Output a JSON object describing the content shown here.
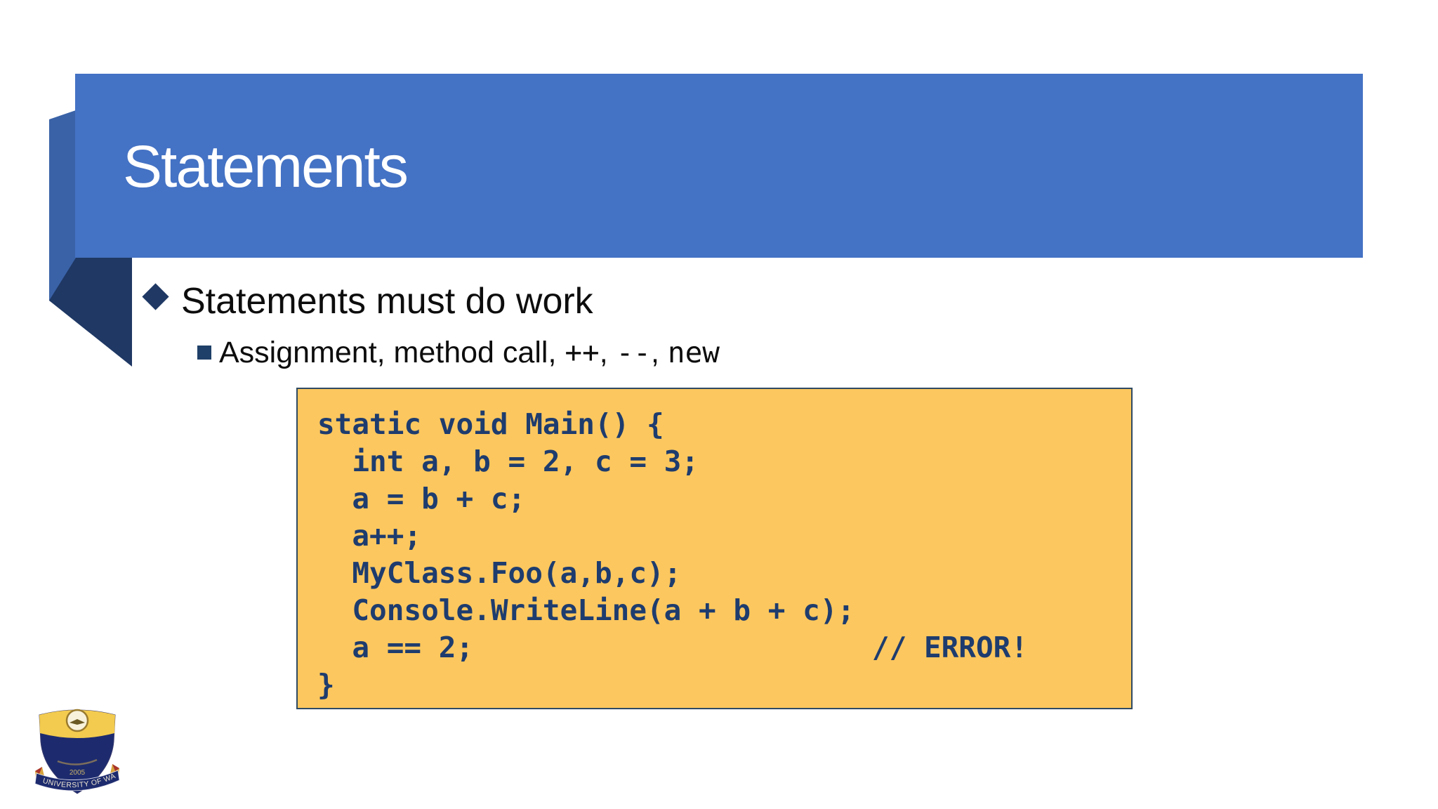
{
  "slide": {
    "title": "Statements",
    "bullets": {
      "main": "Statements must do work",
      "sub_prefix": "Assignment, method call, ",
      "sub_ops": [
        "++",
        "--",
        "new"
      ],
      "sub_separator": ", "
    }
  },
  "code": {
    "language_hint": "csharp",
    "lines": [
      "static void Main() {",
      "  int a, b = 2, c = 3;",
      "  a = b + c;",
      "  a++;",
      "  MyClass.Foo(a,b,c);",
      "  Console.WriteLine(a + b + c);",
      "  a == 2;                       // ERROR!",
      "}"
    ]
  },
  "logo": {
    "institution": "UNIVERSITY OF WAH",
    "year": "2005"
  },
  "colors": {
    "banner-blue": "#4472C4",
    "strip-blue": "#3A62A7",
    "fold-navy": "#1F3864",
    "bullet-navy": "#1F3864",
    "sub-bullet-navy": "#1F4068",
    "code-bg": "#FCC75E",
    "code-border": "#2F4A63",
    "code-text": "#1E3C6E",
    "text-black": "#0D0D0D",
    "logo-navy": "#1D2B6E",
    "logo-gold": "#F3CB4E"
  }
}
